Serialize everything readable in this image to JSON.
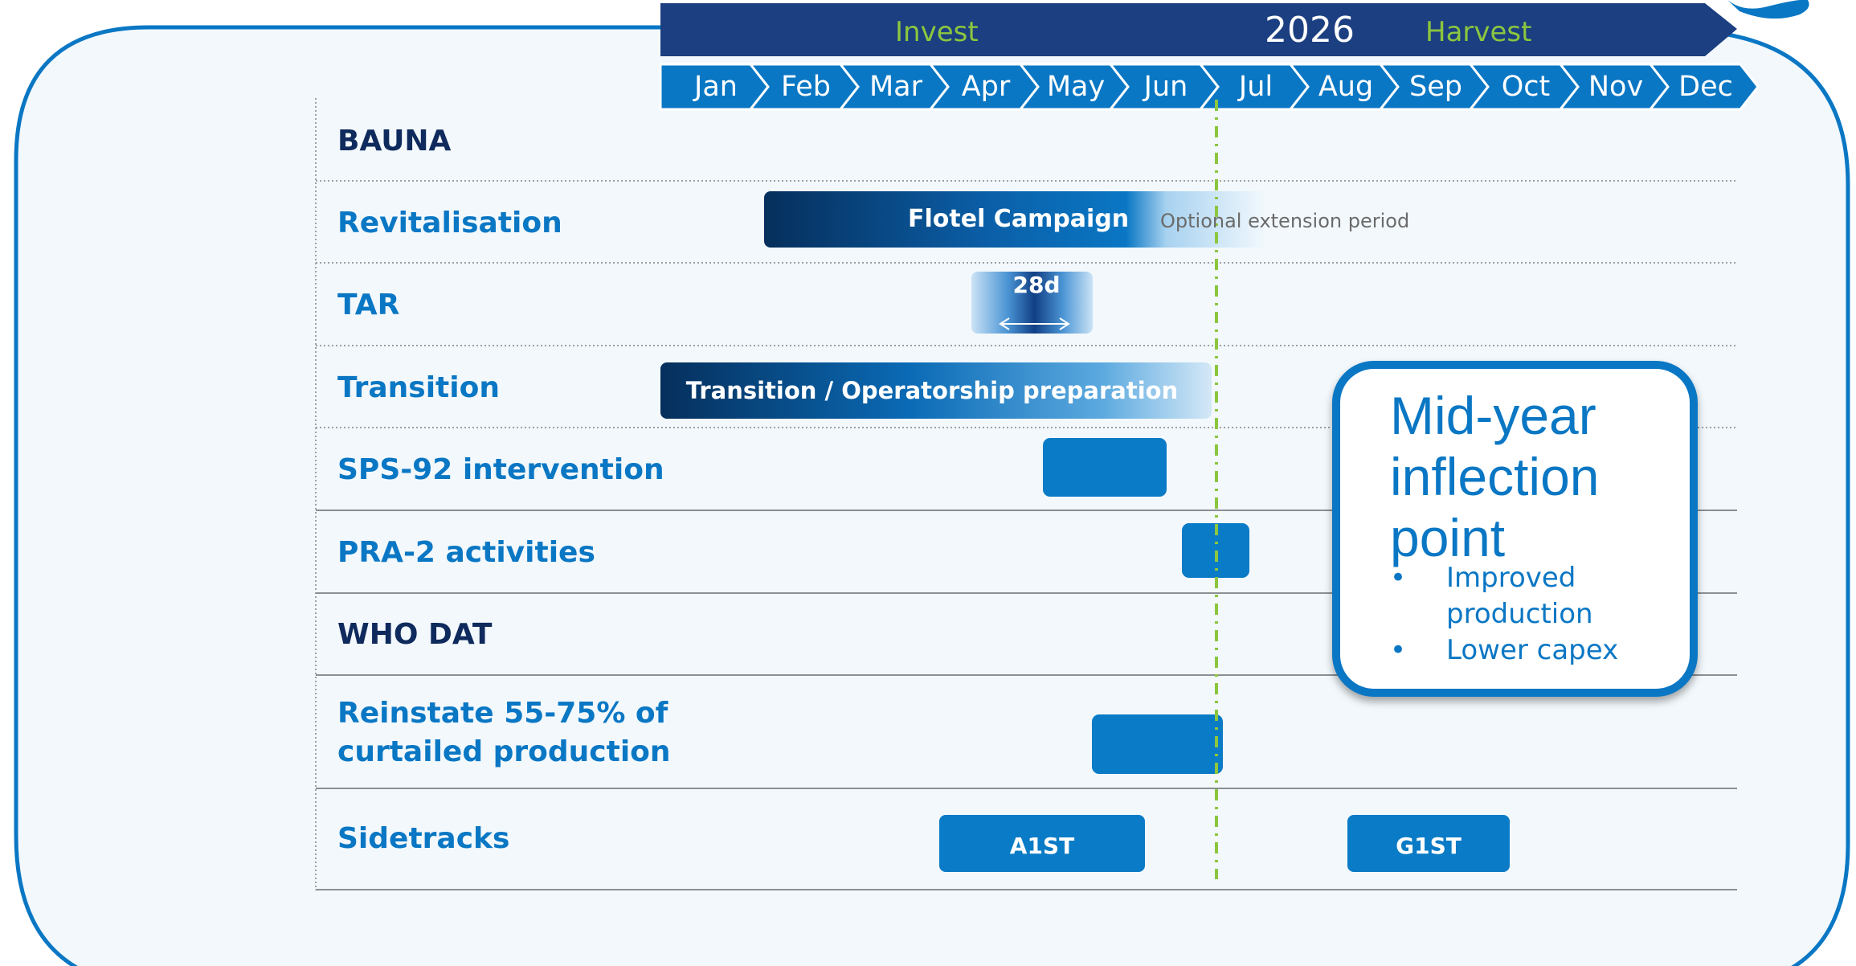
{
  "header": {
    "year": "2026",
    "phase_invest": "Invest",
    "phase_harvest": "Harvest",
    "months": [
      "Jan",
      "Feb",
      "Mar",
      "Apr",
      "May",
      "Jun",
      "Jul",
      "Aug",
      "Sep",
      "Oct",
      "Nov",
      "Dec"
    ]
  },
  "rows": [
    {
      "label": "BAUNA",
      "section": true
    },
    {
      "label": "Revitalisation",
      "section": false
    },
    {
      "label": "TAR",
      "section": false
    },
    {
      "label": "Transition",
      "section": false
    },
    {
      "label": "SPS-92 intervention",
      "section": false
    },
    {
      "label": "PRA-2 activities",
      "section": false
    },
    {
      "label": "WHO DAT",
      "section": true
    },
    {
      "label": "Reinstate 55-75% of",
      "label2": "curtailed production",
      "section": false
    },
    {
      "label": "Sidetracks",
      "section": false
    }
  ],
  "bars": {
    "flotel": "Flotel Campaign",
    "optional": "Optional extension period",
    "tar_duration": "28d",
    "transition": "Transition / Operatorship preparation",
    "a1st": "A1ST",
    "g1st": "G1ST"
  },
  "callout": {
    "title_line1": "Mid-year",
    "title_line2": "inflection",
    "title_line3": "point",
    "bullets": [
      "Improved production",
      "Lower capex"
    ]
  },
  "colors": {
    "dark_navy": "#1b3f80",
    "month_blue": "#0a77c4",
    "bar_blue": "#0a7bc6",
    "accent_green": "#8cc63f",
    "panel_bg": "#f2f8fc"
  }
}
